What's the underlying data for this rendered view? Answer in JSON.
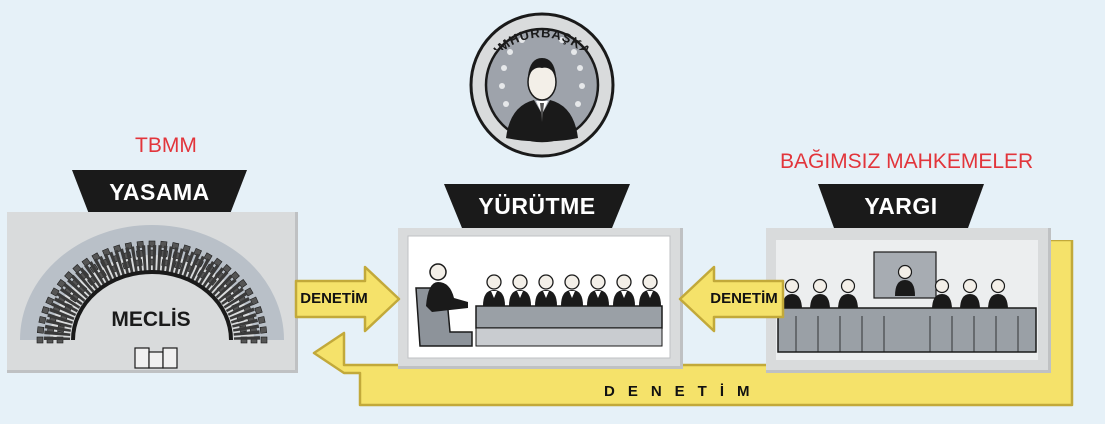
{
  "title": "CUMHURBAŞKANI",
  "left": {
    "caption": "TBMM",
    "banner": "YASAMA",
    "center_label": "MECLİS"
  },
  "middle": {
    "banner": "YÜRÜTME"
  },
  "right": {
    "caption": "BAĞIMSIZ MAHKEMELER",
    "banner": "YARGI"
  },
  "arrows": {
    "right_to_middle": "DENETİM",
    "middle_to_left": "DENETİM",
    "bottom_loop": "DENETİM"
  },
  "colors": {
    "background": "#e6f1f8",
    "arrow_fill": "#f5e26a",
    "arrow_stroke": "#c2a93a",
    "caption": "#e2353b",
    "banner": "#1a1a1a"
  },
  "icons": [
    "president-portrait-medallion",
    "parliament-hemicycle-icon",
    "cabinet-table-icon",
    "court-bench-icon"
  ]
}
